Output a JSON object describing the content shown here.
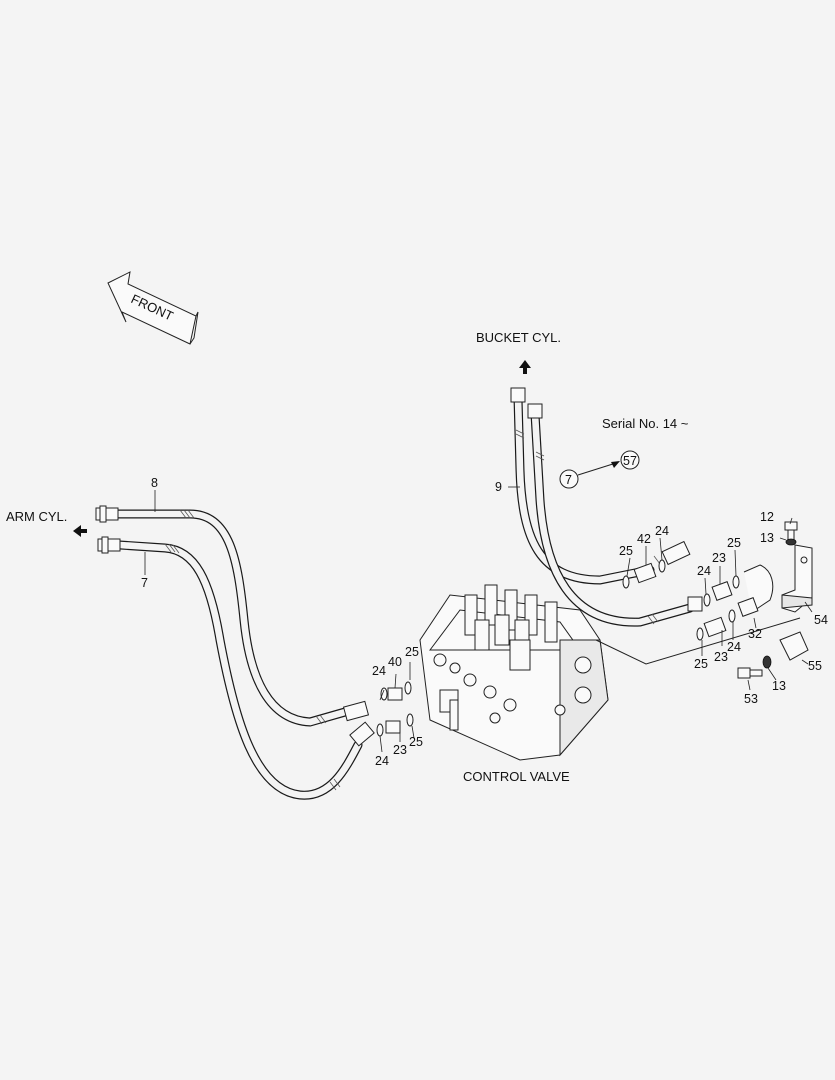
{
  "labels": {
    "front": "FRONT",
    "bucket_cyl": "BUCKET CYL.",
    "arm_cyl": "ARM CYL.",
    "serial": "Serial No. 14 ~",
    "control_valve": "CONTROL VALVE"
  },
  "circled_refs": {
    "ref_7": "7",
    "ref_57": "57"
  },
  "part_numbers": {
    "p8": "8",
    "p7_arm": "7",
    "p9": "9",
    "p12": "12",
    "p13_top": "13",
    "p24_top": "24",
    "p42": "42",
    "p25_top": "25",
    "p23_top": "23",
    "p25_right": "25",
    "p24_right": "24",
    "p54": "54",
    "p32": "32",
    "p24_mid": "24",
    "p25_mid": "25",
    "p23_mid": "23",
    "p55": "55",
    "p13_bottom": "13",
    "p53": "53",
    "p24_left_top": "24",
    "p40": "40",
    "p25_left_top": "25",
    "p24_left_bottom": "24",
    "p23_left_bottom": "23",
    "p25_left_bottom": "25"
  }
}
